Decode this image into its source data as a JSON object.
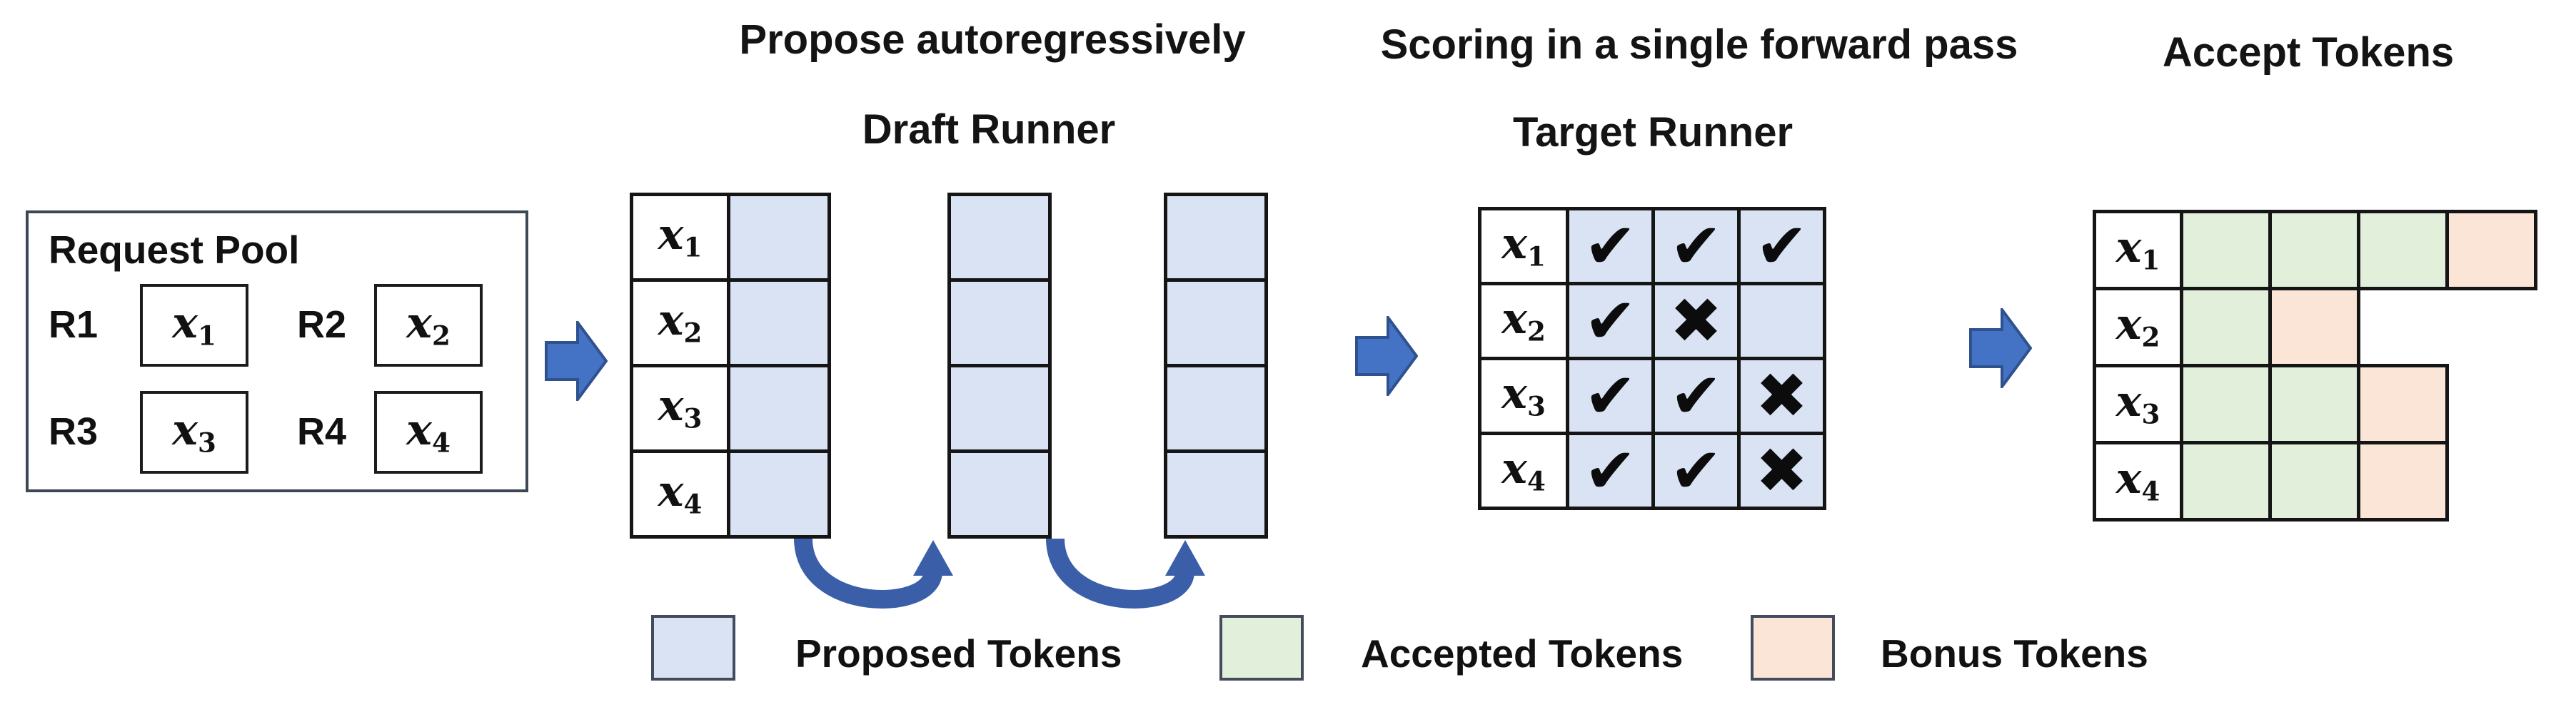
{
  "headings": {
    "propose": "Propose autoregressively",
    "draft_runner": "Draft Runner",
    "scoring": "Scoring in a single forward pass",
    "target_runner": "Target Runner",
    "accept": "Accept Tokens"
  },
  "request_pool": {
    "title": "Request Pool",
    "requests": [
      {
        "id": "R1",
        "base": "x",
        "sub": "1"
      },
      {
        "id": "R2",
        "base": "x",
        "sub": "2"
      },
      {
        "id": "R3",
        "base": "x",
        "sub": "3"
      },
      {
        "id": "R4",
        "base": "x",
        "sub": "4"
      }
    ]
  },
  "draft_runner": {
    "proposal_columns": 3,
    "rows": [
      {
        "base": "x",
        "sub": "1"
      },
      {
        "base": "x",
        "sub": "2"
      },
      {
        "base": "x",
        "sub": "3"
      },
      {
        "base": "x",
        "sub": "4"
      }
    ]
  },
  "target_runner": {
    "rows": [
      {
        "base": "x",
        "sub": "1",
        "marks": [
          "✔",
          "✔",
          "✔"
        ]
      },
      {
        "base": "x",
        "sub": "2",
        "marks": [
          "✔",
          "✖",
          ""
        ]
      },
      {
        "base": "x",
        "sub": "3",
        "marks": [
          "✔",
          "✔",
          "✖"
        ]
      },
      {
        "base": "x",
        "sub": "4",
        "marks": [
          "✔",
          "✔",
          "✖"
        ]
      }
    ]
  },
  "accept_tokens": {
    "rows": [
      {
        "base": "x",
        "sub": "1",
        "cells": [
          "accepted",
          "accepted",
          "accepted",
          "bonus"
        ]
      },
      {
        "base": "x",
        "sub": "2",
        "cells": [
          "accepted",
          "bonus"
        ]
      },
      {
        "base": "x",
        "sub": "3",
        "cells": [
          "accepted",
          "accepted",
          "bonus"
        ]
      },
      {
        "base": "x",
        "sub": "4",
        "cells": [
          "accepted",
          "accepted",
          "bonus"
        ]
      }
    ]
  },
  "legend": {
    "items": [
      {
        "label": "Proposed Tokens",
        "color": "#dae3f3"
      },
      {
        "label": "Accepted Tokens",
        "color": "#e2efda"
      },
      {
        "label": "Bonus Tokens",
        "color": "#fbe5d6"
      }
    ]
  },
  "colors": {
    "proposed_cell": "#dae3f3",
    "accepted_cell": "#e2efda",
    "bonus_cell": "#fbe5d6",
    "flow_arrow_fill": "#4472c4",
    "flow_arrow_border": "#2f528f",
    "loop_arrow": "#3a5fa8",
    "table_border": "#151515"
  }
}
